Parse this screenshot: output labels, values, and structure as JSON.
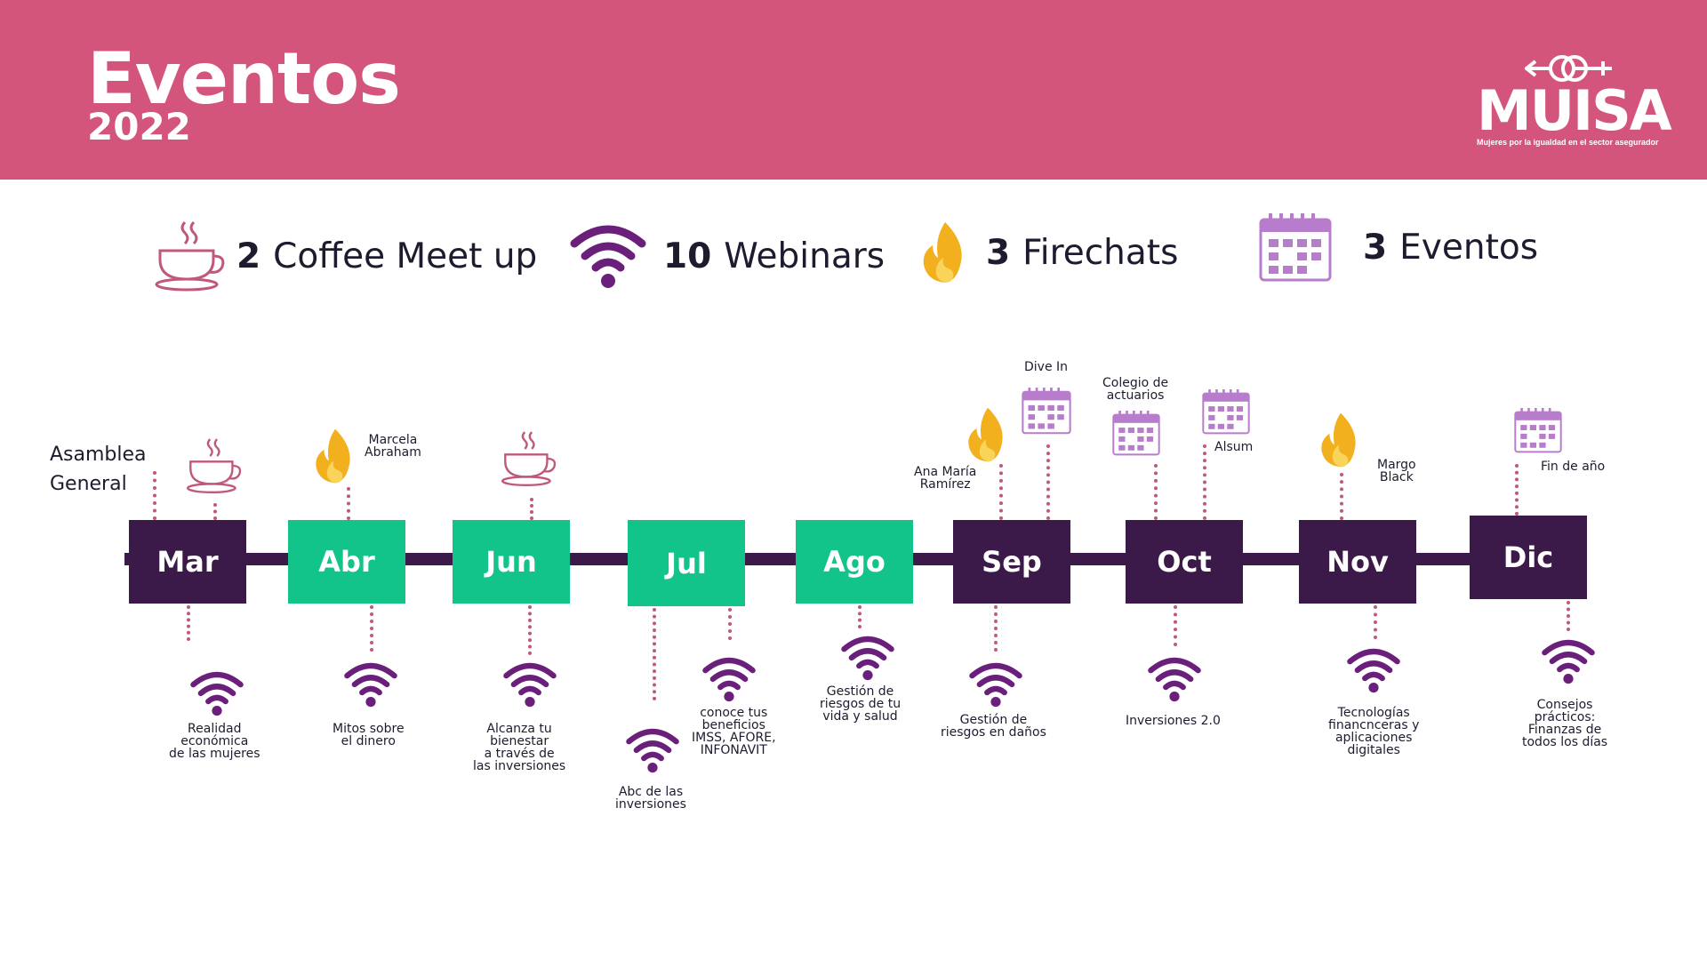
{
  "header": {
    "title": "Eventos",
    "year": "2022",
    "logo": "MUISA",
    "logo_tagline": "Mujeres por la igualdad en el sector asegurador"
  },
  "colors": {
    "header_bg": "#d4557c",
    "dark_month": "#3b1a4a",
    "green_month": "#12c38a",
    "webinar": "#6a1f7a",
    "fire": "#f2b01e",
    "accent": "#c0587e"
  },
  "summary": [
    {
      "count": "2",
      "label": "Coffee Meet up",
      "icon": "coffee-cup-icon"
    },
    {
      "count": "10",
      "label": "Webinars",
      "icon": "wifi-icon"
    },
    {
      "count": "3",
      "label": "Firechats",
      "icon": "fire-icon"
    },
    {
      "count": "3",
      "label": "Eventos",
      "icon": "calendar-icon"
    }
  ],
  "months": [
    "Mar",
    "Abr",
    "Jun",
    "Jul",
    "Ago",
    "Sep",
    "Oct",
    "Nov",
    "Dic"
  ],
  "above": {
    "asamblea": "Asamblea\nGeneral",
    "marcela": "Marcela\nAbraham",
    "ana": "Ana María\nRamírez",
    "dive": "Dive In",
    "colegio": "Colegio de\nactuarios",
    "alsum": "Alsum",
    "margo": "Margo\nBlack",
    "fin": "Fin de año"
  },
  "webinars": {
    "mar": "Realidad\neconómica\nde las mujeres",
    "abr": "Mitos sobre\nel dinero",
    "jun": "Alcanza tu\nbienestar\na través de\nlas inversiones",
    "jul1": "Abc de las\ninversiones",
    "jul2": "conoce tus\nbeneficios\nIMSS, AFORE,\nINFONAVIT",
    "ago": "Gestión de\nriesgos de tu\nvida y salud",
    "sep": "Gestión de\nriesgos en daños",
    "oct": "Inversiones 2.0",
    "nov": "Tecnologías\nfinancnceras y\naplicaciones\ndigitales",
    "dic": "Consejos\nprácticos:\nFinanzas de\ntodos los días"
  }
}
